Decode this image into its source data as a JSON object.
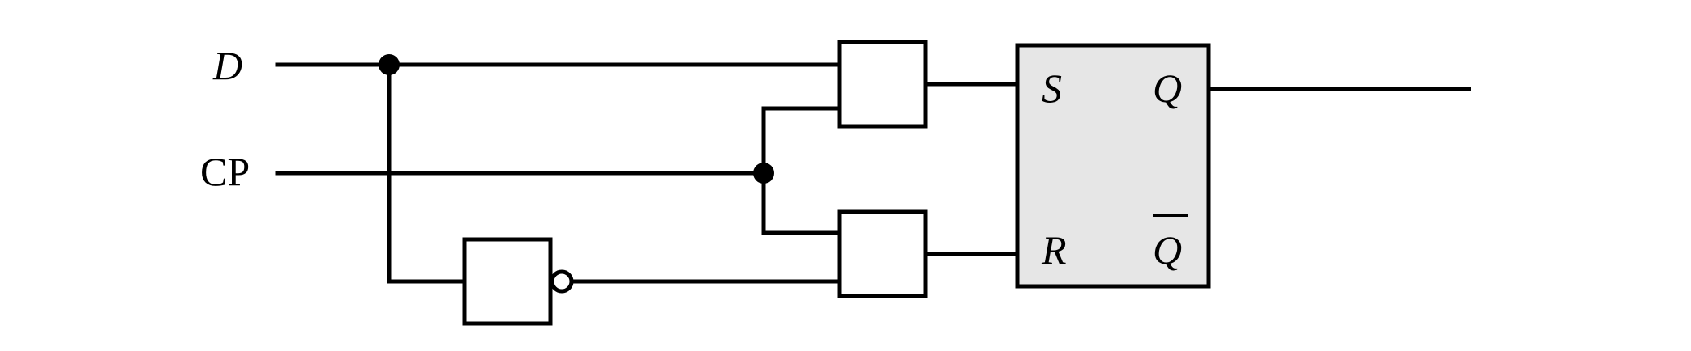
{
  "inputs": {
    "d_label": "D",
    "cp_label": "CP"
  },
  "flipflop": {
    "s_label": "S",
    "r_label": "R",
    "q_label": "Q",
    "qbar_label": "Q"
  }
}
